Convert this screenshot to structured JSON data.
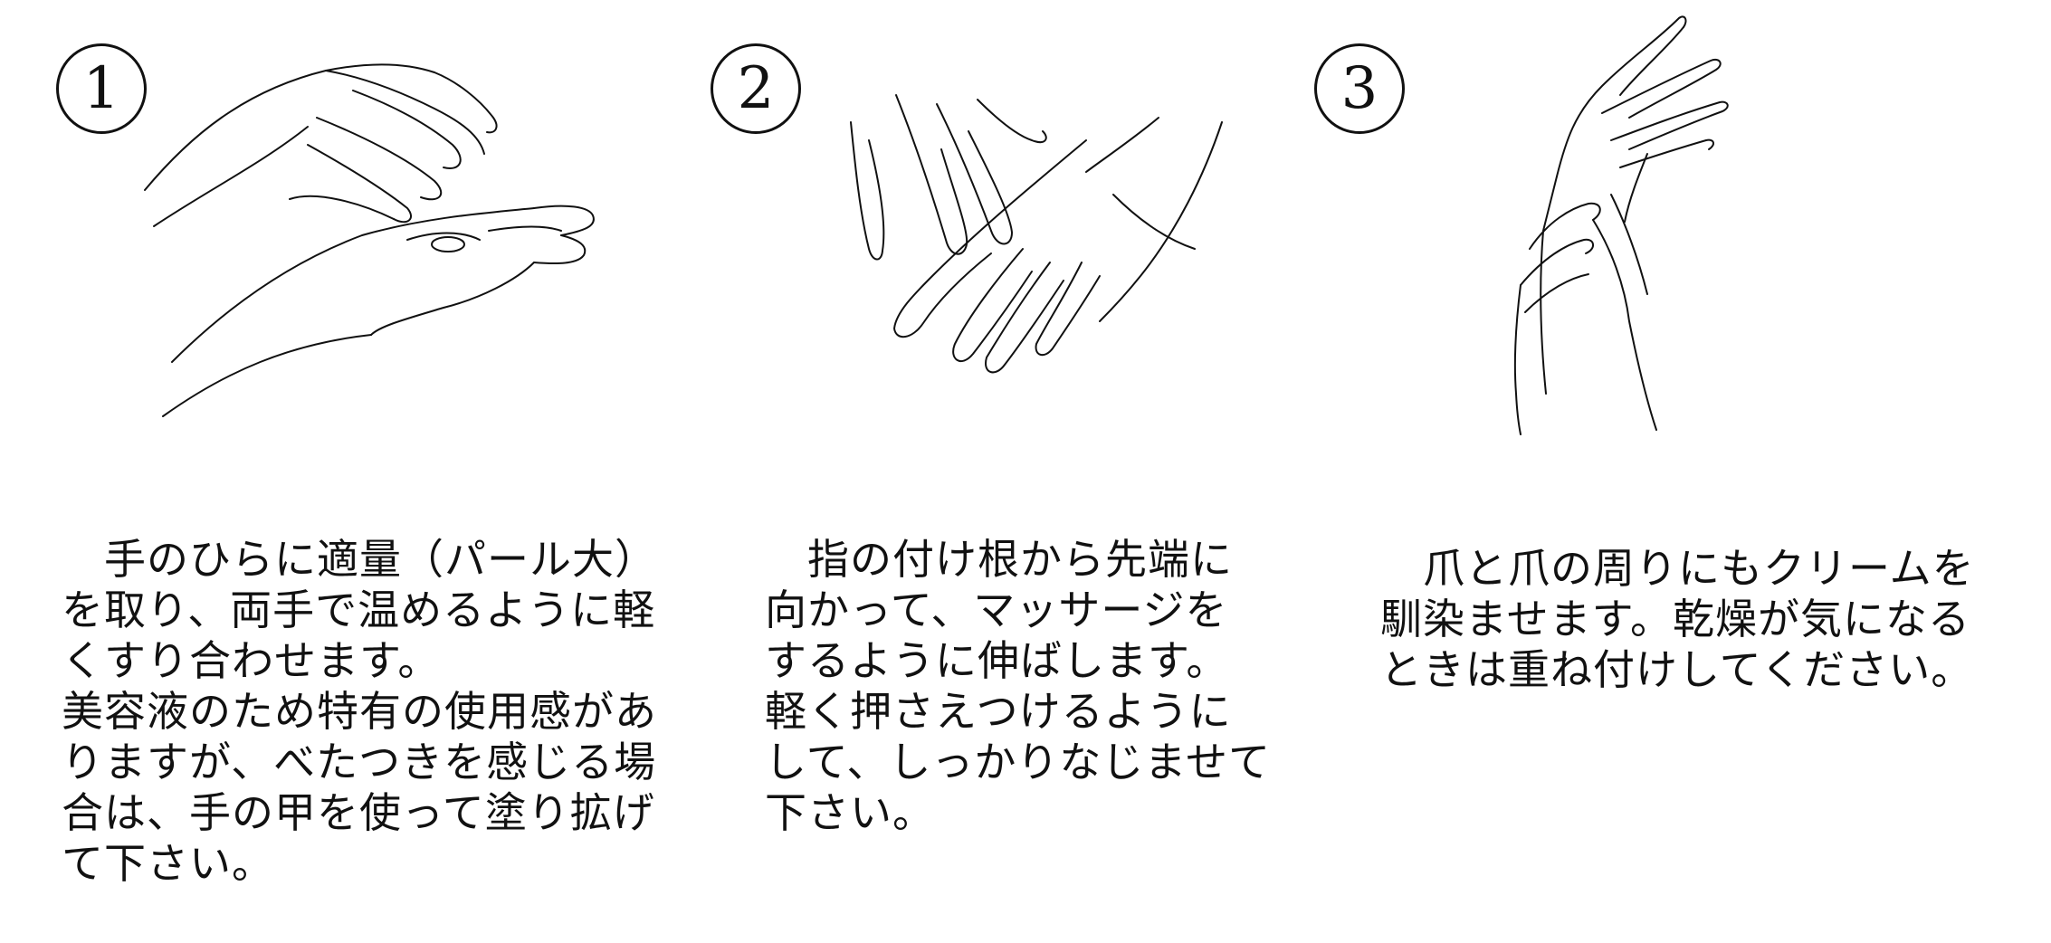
{
  "steps": [
    {
      "number": "1",
      "illustration_icon": "cupped-hands-icon",
      "text": "　手のひらに適量（パール大）\nを取り、両手で温めるように軽\nくすり合わせます。",
      "note": "美容液のため特有の使用感があ\nりますが、べたつきを感じる場\n合は、手の甲を使って塗り拡げ\nて下さい。"
    },
    {
      "number": "2",
      "illustration_icon": "hand-massage-fingers-icon",
      "text": "　指の付け根から先端に\n向かって、マッサージを\nするように伸ばします。\n軽く押さえつけるように\nして、しっかりなじませて\n下さい。"
    },
    {
      "number": "3",
      "illustration_icon": "hand-clasping-wrist-icon",
      "text": "　爪と爪の周りにもクリームを\n馴染ませます。乾燥が気になる\nときは重ね付けしてください。"
    }
  ]
}
